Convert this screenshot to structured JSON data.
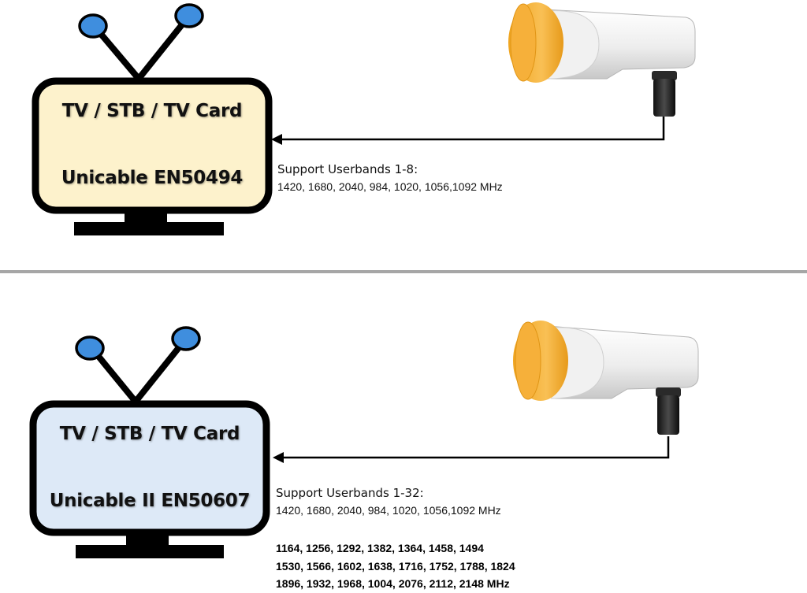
{
  "top": {
    "tv_title": "TV / STB / TV Card",
    "tv_subtitle": "Unicable EN50494",
    "screen_color": "#fdf2cc",
    "support_heading": "Support Userbands 1-8:",
    "frequencies": "1420, 1680, 2040, 984, 1020, 1056,1092 MHz"
  },
  "bottom": {
    "tv_title": "TV / STB / TV Card",
    "tv_subtitle": "Unicable II EN50607",
    "screen_color": "#dde9f7",
    "support_heading": "Support Userbands 1-32:",
    "frequencies": "1420, 1680, 2040, 984, 1020, 1056,1092 MHz",
    "extra_frequencies": [
      "1164, 1256, 1292, 1382, 1364, 1458, 1494",
      "1530, 1566, 1602, 1638, 1716, 1752, 1788, 1824",
      "1896, 1932, 1968, 1004, 2076, 2112, 2148 MHz"
    ]
  },
  "colors": {
    "antenna_tip": "#3f8ede",
    "lnb_feed": "#f7b63e",
    "divider": "#a6a6a6"
  },
  "icons": [
    "tv-icon",
    "lnb-icon",
    "arrow-icon"
  ]
}
